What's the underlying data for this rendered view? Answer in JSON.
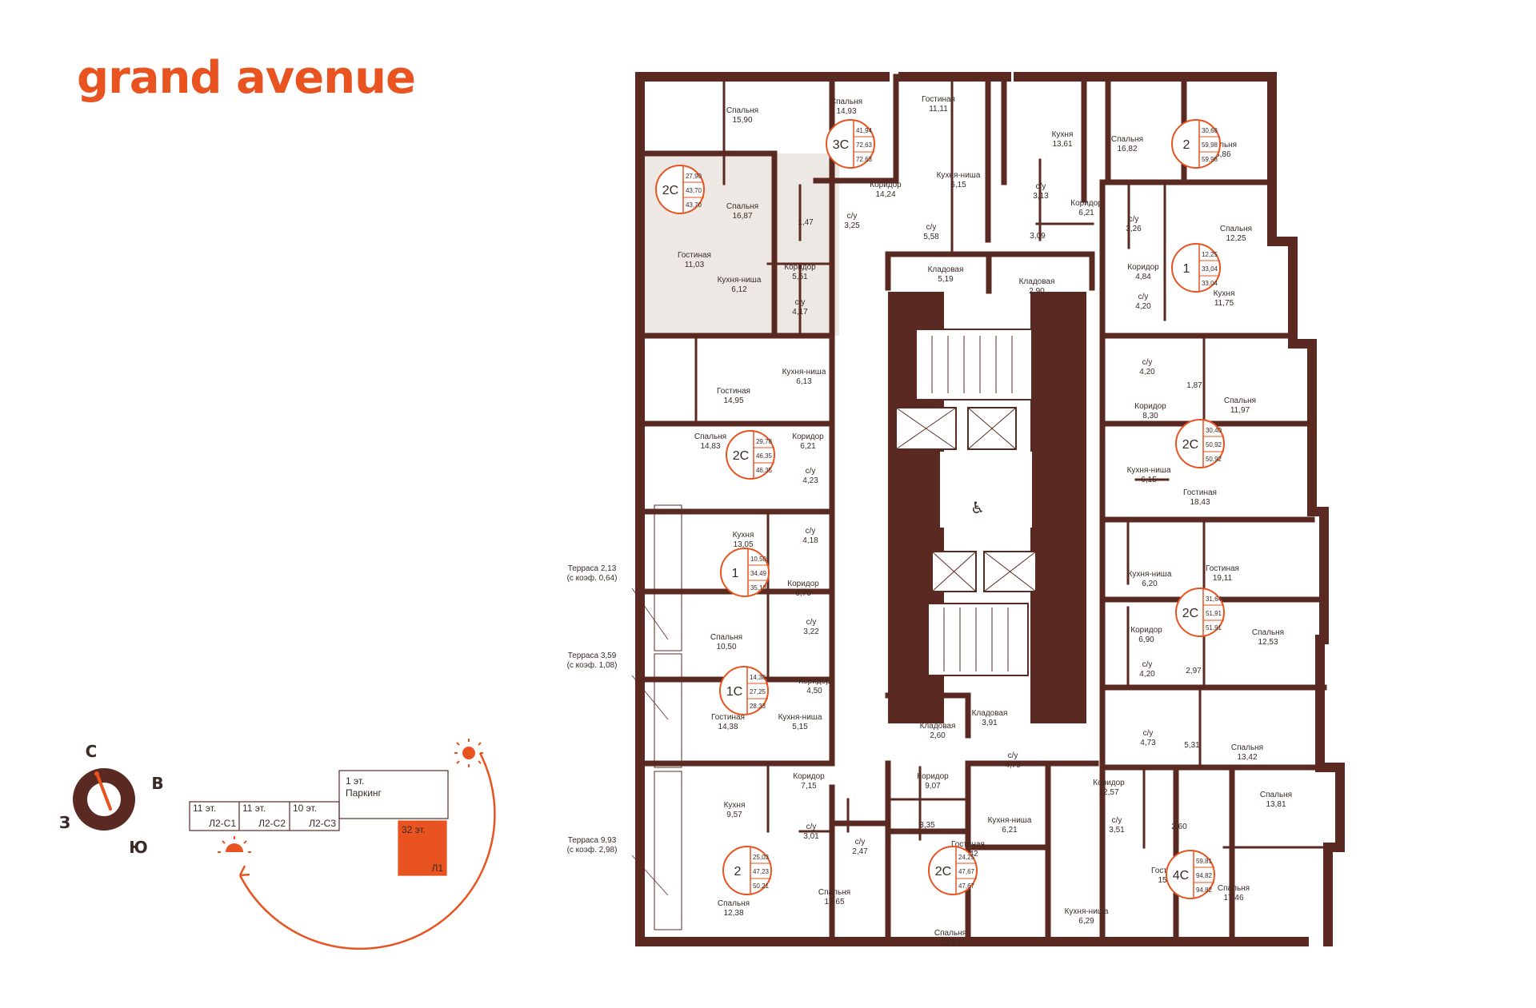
{
  "brand": {
    "name": "grand avenue",
    "accent": "#e8531f",
    "wall": "#5a2a22"
  },
  "rooms": [
    {
      "name": "Спальня",
      "area": "15,90"
    },
    {
      "name": "Спальня",
      "area": "14,93"
    },
    {
      "name": "Гостиная",
      "area": "11,11"
    },
    {
      "name": "Кухня",
      "area": "13,61"
    },
    {
      "name": "Спальня",
      "area": "16,82"
    },
    {
      "name": "Спальня",
      "area": "13,86"
    },
    {
      "name": "Спальня",
      "area": "16,87"
    },
    {
      "name": "Кухня-ниша",
      "area": "6,15"
    },
    {
      "name": "Коридор",
      "area": "14,24"
    },
    {
      "name": "с/у",
      "area": "3,13"
    },
    {
      "name": "",
      "area": "1,47"
    },
    {
      "name": "с/у",
      "area": "3,25"
    },
    {
      "name": "с/у",
      "area": "5,58"
    },
    {
      "name": "",
      "area": "3,09"
    },
    {
      "name": "Коридор",
      "area": "6,21"
    },
    {
      "name": "с/у",
      "area": "3,26"
    },
    {
      "name": "Спальня",
      "area": "12,25"
    },
    {
      "name": "Гостиная",
      "area": "11,03"
    },
    {
      "name": "Коридор",
      "area": "5,51"
    },
    {
      "name": "Кухня-ниша",
      "area": "6,12"
    },
    {
      "name": "с/у",
      "area": "4,17"
    },
    {
      "name": "Кладовая",
      "area": "5,19"
    },
    {
      "name": "Кладовая",
      "area": "2,90"
    },
    {
      "name": "Коридор",
      "area": "4,84"
    },
    {
      "name": "с/у",
      "area": "4,20"
    },
    {
      "name": "Кухня",
      "area": "11,75"
    },
    {
      "name": "Гостиная",
      "area": "14,95"
    },
    {
      "name": "Кухня-ниша",
      "area": "6,13"
    },
    {
      "name": "с/у",
      "area": "4,20"
    },
    {
      "name": "",
      "area": "1,87"
    },
    {
      "name": "Спальня",
      "area": "11,97"
    },
    {
      "name": "Коридор",
      "area": "8,30"
    },
    {
      "name": "Спальня",
      "area": "14,83"
    },
    {
      "name": "Коридор",
      "area": "6,21"
    },
    {
      "name": "с/у",
      "area": "4,23"
    },
    {
      "name": "Кухня-ниша",
      "area": "6,15"
    },
    {
      "name": "Гостиная",
      "area": "18,43"
    },
    {
      "name": "Кухня",
      "area": "13,05"
    },
    {
      "name": "с/у",
      "area": "4,18"
    },
    {
      "name": "Коридор",
      "area": "6,76"
    },
    {
      "name": "Гостиная",
      "area": "19,11"
    },
    {
      "name": "Кухня-ниша",
      "area": "6,20"
    },
    {
      "name": "Спальня",
      "area": "10,50"
    },
    {
      "name": "с/у",
      "area": "3,22"
    },
    {
      "name": "Коридор",
      "area": "6,90"
    },
    {
      "name": "Спальня",
      "area": "12,53"
    },
    {
      "name": "с/у",
      "area": "4,20"
    },
    {
      "name": "",
      "area": "2,97"
    },
    {
      "name": "Коридор",
      "area": "4,50"
    },
    {
      "name": "Гостиная",
      "area": "14,38"
    },
    {
      "name": "Кухня-ниша",
      "area": "5,15"
    },
    {
      "name": "Кладовая",
      "area": "2,60"
    },
    {
      "name": "Кладовая",
      "area": "3,91"
    },
    {
      "name": "с/у",
      "area": "4,73"
    },
    {
      "name": "",
      "area": "5,31"
    },
    {
      "name": "Спальня",
      "area": "13,42"
    },
    {
      "name": "Коридор",
      "area": "7,15"
    },
    {
      "name": "Коридор",
      "area": "9,07"
    },
    {
      "name": "с/у",
      "area": "4,79"
    },
    {
      "name": "Коридор",
      "area": "12,57"
    },
    {
      "name": "Спальня",
      "area": "13,81"
    },
    {
      "name": "Кухня",
      "area": "9,57"
    },
    {
      "name": "с/у",
      "area": "3,01"
    },
    {
      "name": "с/у",
      "area": "2,47"
    },
    {
      "name": "",
      "area": "3,35"
    },
    {
      "name": "Кухня-ниша",
      "area": "6,21"
    },
    {
      "name": "с/у",
      "area": "3,51"
    },
    {
      "name": "",
      "area": "2,60"
    },
    {
      "name": "Гостиная",
      "area": "13,42"
    },
    {
      "name": "Гостиная",
      "area": "15,12"
    },
    {
      "name": "Спальня",
      "area": "12,65"
    },
    {
      "name": "Спальня",
      "area": "12,38"
    },
    {
      "name": "Кухня-ниша",
      "area": "6,29"
    },
    {
      "name": "Спальня",
      "area": "17,46"
    },
    {
      "name": "Спальня",
      "area": "10,83"
    }
  ],
  "badges": [
    {
      "type": "3С",
      "a": "41,94",
      "b": "72,63",
      "c": "72,63"
    },
    {
      "type": "2",
      "a": "30,68",
      "b": "59,98",
      "c": "59,98"
    },
    {
      "type": "2С",
      "a": "27,90",
      "b": "43,70",
      "c": "43,70"
    },
    {
      "type": "1",
      "a": "12,25",
      "b": "33,04",
      "c": "33,04"
    },
    {
      "type": "2С",
      "a": "30,40",
      "b": "50,92",
      "c": "50,92"
    },
    {
      "type": "2С",
      "a": "29,78",
      "b": "46,35",
      "c": "46,35"
    },
    {
      "type": "1",
      "a": "10,50",
      "b": "34,49",
      "c": "35,13"
    },
    {
      "type": "2С",
      "a": "31,64",
      "b": "51,91",
      "c": "51,91"
    },
    {
      "type": "1С",
      "a": "14,38",
      "b": "27,25",
      "c": "28,33"
    },
    {
      "type": "2",
      "a": "25,03",
      "b": "47,23",
      "c": "50,21"
    },
    {
      "type": "2С",
      "a": "24,25",
      "b": "47,67",
      "c": "47,67"
    },
    {
      "type": "4С",
      "a": "59,81",
      "b": "94,82",
      "c": "94,82"
    }
  ],
  "terraces": [
    {
      "line1": "Терраса 2,13",
      "line2": "(с коэф. 0,64)"
    },
    {
      "line1": "Терраса 3,59",
      "line2": "(с коэф. 1,08)"
    },
    {
      "line1": "Терраса 9,93",
      "line2": "(с коэф. 2,98)"
    }
  ],
  "compass": {
    "n": "С",
    "e": "В",
    "w": "З",
    "s": "Ю"
  },
  "minimap": {
    "parking_floor": "1 эт.",
    "parking_label": "Паркинг",
    "sections": [
      {
        "floors": "11 эт.",
        "code": "Л2-С1"
      },
      {
        "floors": "11 эт.",
        "code": "Л2-С2"
      },
      {
        "floors": "10 эт.",
        "code": "Л2-С3"
      }
    ],
    "tower_floors": "32 эт.",
    "tower_code": "Л1"
  }
}
